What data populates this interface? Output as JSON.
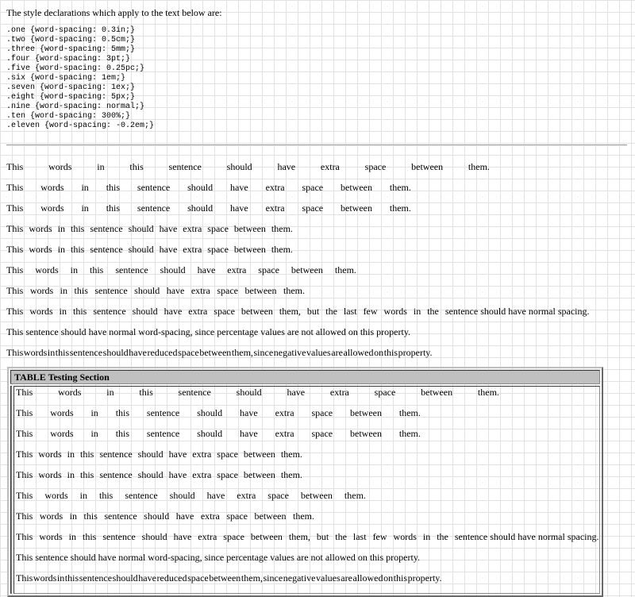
{
  "intro": "The style declarations which apply to the text below are:",
  "styles": [
    ".one {word-spacing: 0.3in;}",
    ".two {word-spacing: 0.5cm;}",
    ".three {word-spacing: 5mm;}",
    ".four {word-spacing: 3pt;}",
    ".five {word-spacing: 0.25pc;}",
    ".six {word-spacing: 1em;}",
    ".seven {word-spacing: 1ex;}",
    ".eight {word-spacing: 5px;}",
    ".nine {word-spacing: normal;}",
    ".ten {word-spacing: 300%;}",
    ".eleven {word-spacing: -0.2em;}"
  ],
  "lines": [
    "This words in this sentence should have extra space between them.",
    "This words in this sentence should have extra space between them.",
    "This words in this sentence should have extra space between them.",
    "This words in this sentence should have extra space between them.",
    "This words in this sentence should have extra space between them.",
    "This words in this sentence should have extra space between them.",
    "This words in this sentence should have extra space between them.",
    "This words in this sentence should have extra space between them, but the last few words in the sentence",
    "should have normal spacing.",
    "This sentence should have normal word-spacing, since percentage values are not allowed on this property.",
    "This words in this sentence should have reduced space between them, since negative values are allowed on this property."
  ],
  "table": {
    "title": "TABLE Testing Section"
  }
}
